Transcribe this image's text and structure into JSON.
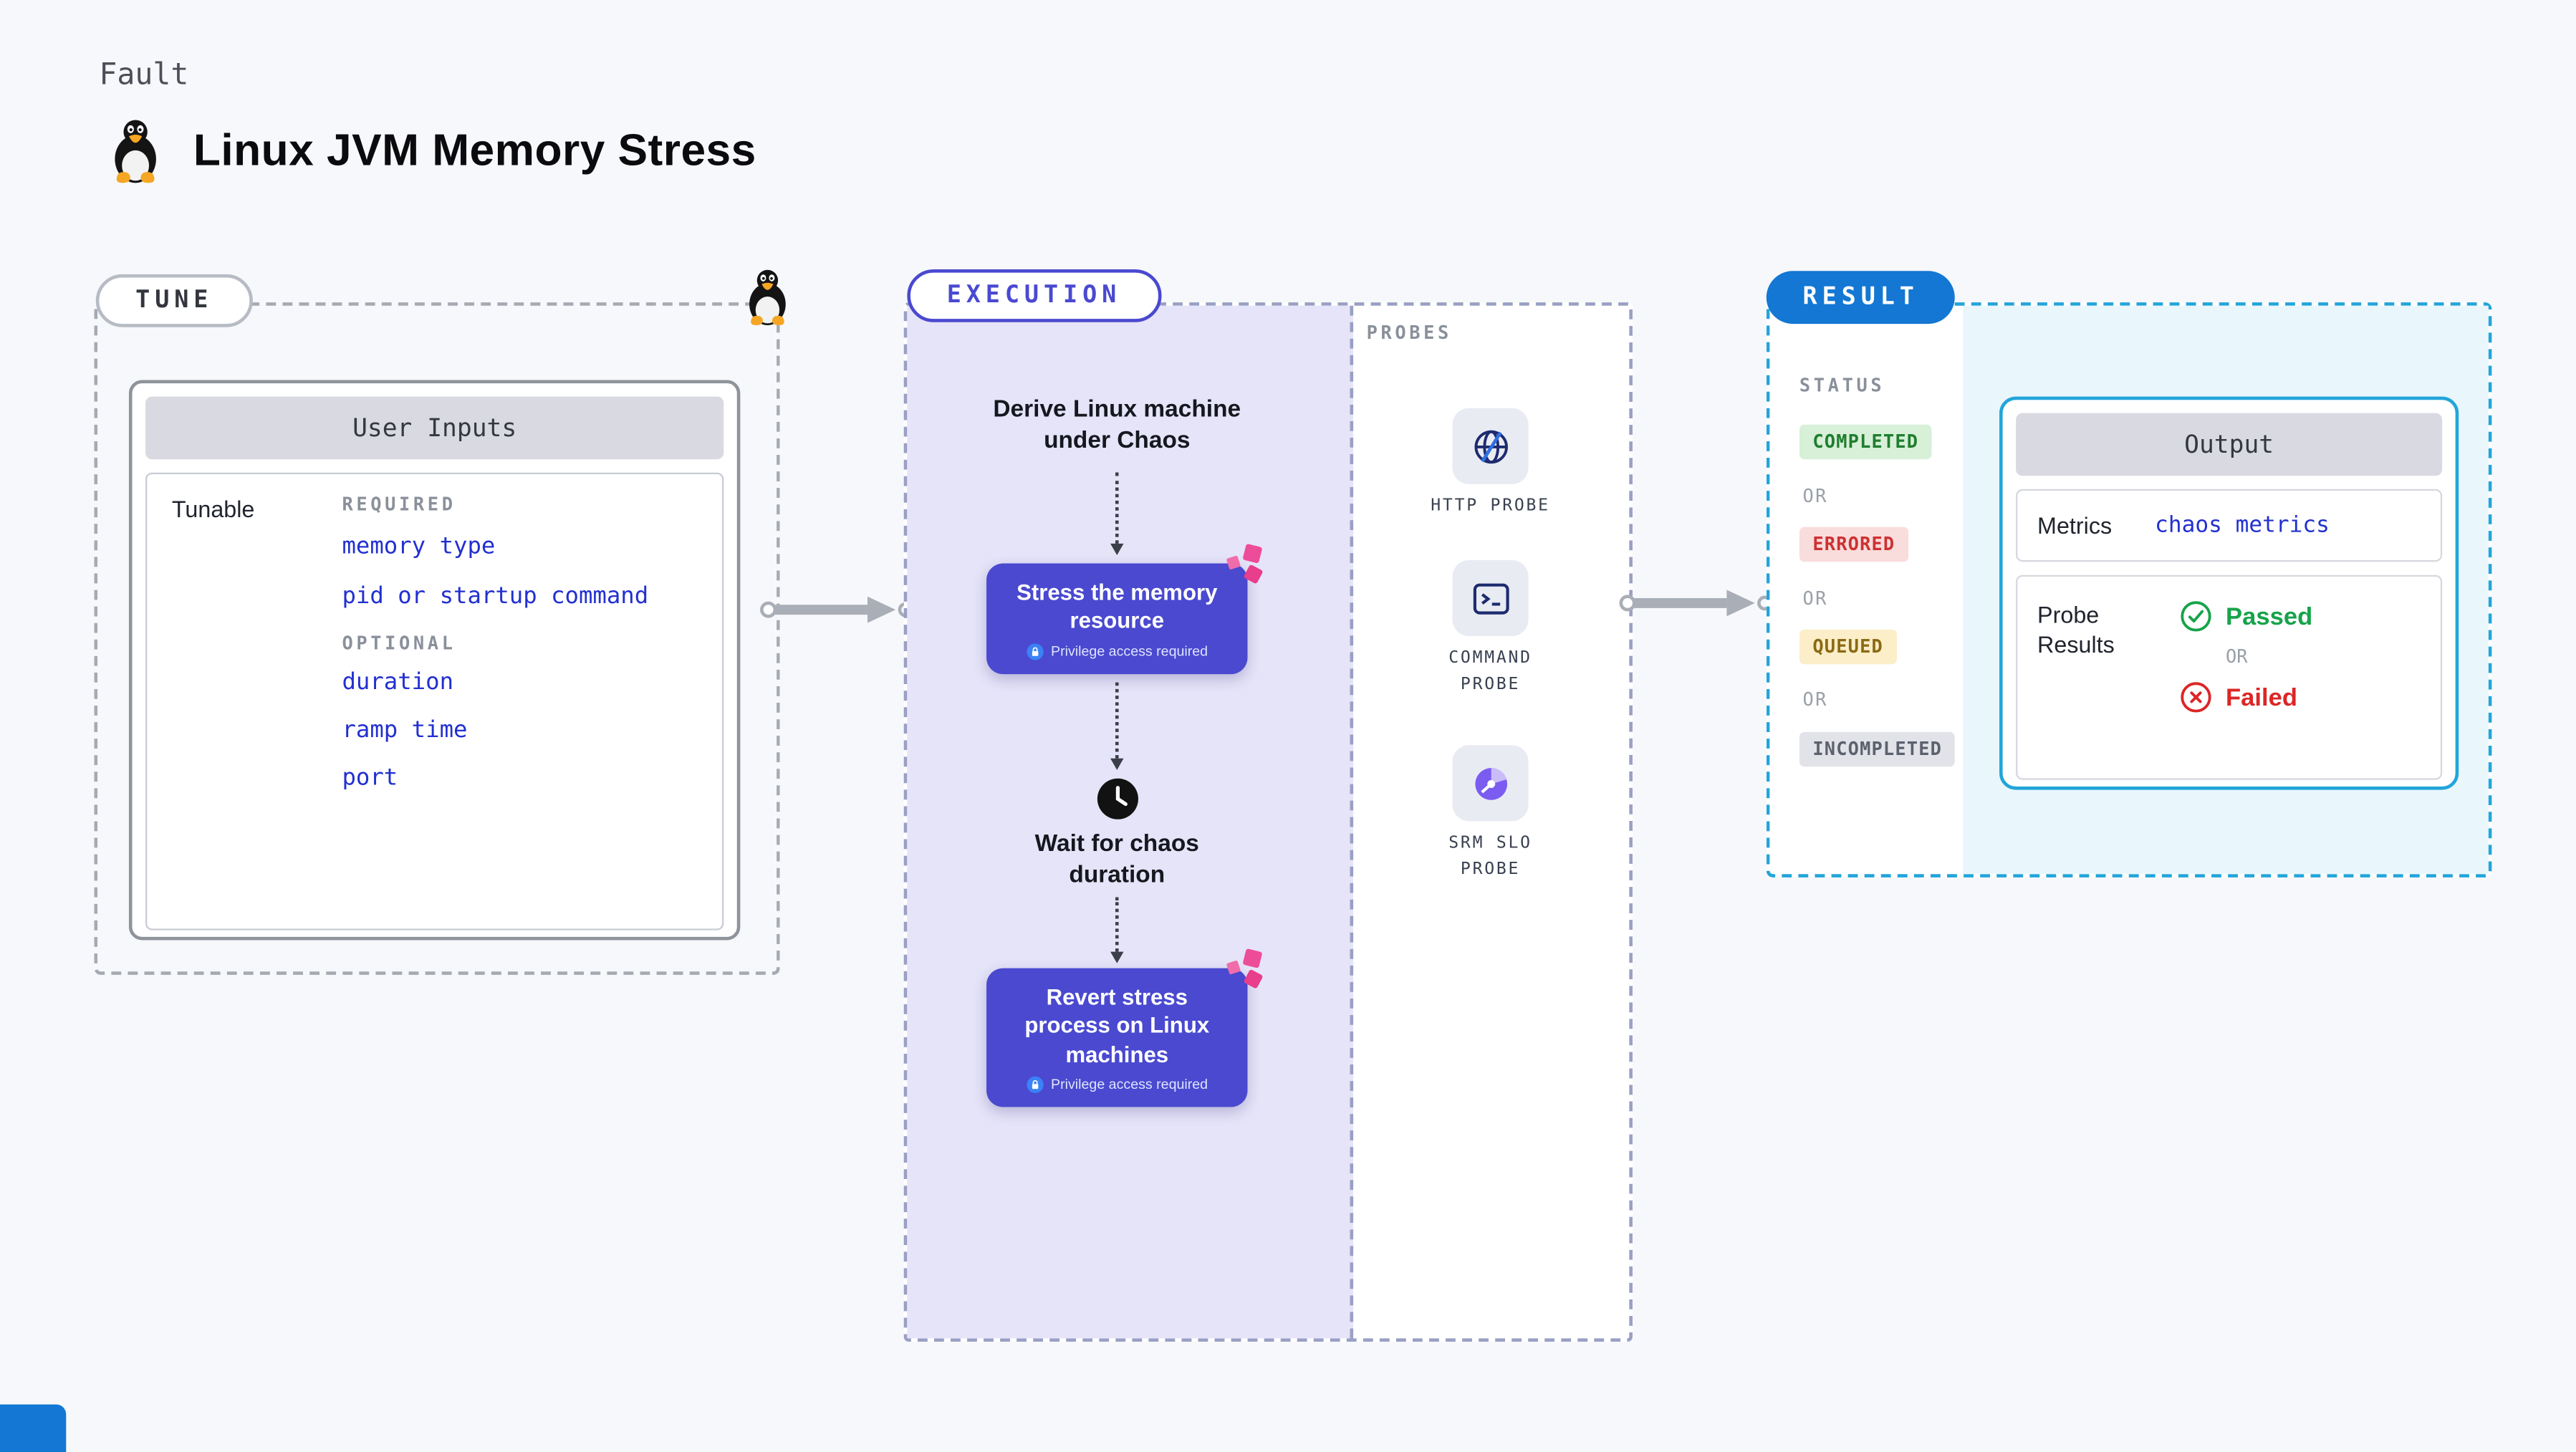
{
  "header": {
    "kicker": "Fault",
    "title": "Linux JVM Memory Stress"
  },
  "tune": {
    "label": "TUNE",
    "card": {
      "title": "User Inputs",
      "row_label": "Tunable",
      "required_label": "REQUIRED",
      "required_items": [
        "memory type",
        "pid or startup command"
      ],
      "optional_label": "OPTIONAL",
      "optional_items": [
        "duration",
        "ramp time",
        "port"
      ]
    }
  },
  "execution": {
    "label": "EXECUTION",
    "start_node": "Derive Linux machine under Chaos",
    "step1": {
      "label": "Stress the memory resource",
      "badge": "Privilege access required"
    },
    "wait_node": "Wait for chaos duration",
    "step2": {
      "label": "Revert stress process on Linux machines",
      "badge": "Privilege access required"
    }
  },
  "probes": {
    "label": "PROBES",
    "items": [
      {
        "name": "HTTP PROBE",
        "icon": "globe-icon"
      },
      {
        "name": "COMMAND PROBE",
        "icon": "terminal-icon"
      },
      {
        "name": "SRM SLO PROBE",
        "icon": "gauge-pie-icon"
      }
    ]
  },
  "result": {
    "label": "RESULT",
    "status_heading": "STATUS",
    "or_label": "OR",
    "statuses": [
      {
        "label": "COMPLETED",
        "type": "success"
      },
      {
        "label": "ERRORED",
        "type": "error"
      },
      {
        "label": "QUEUED",
        "type": "warning"
      },
      {
        "label": "INCOMPLETED",
        "type": "neutral"
      }
    ],
    "output": {
      "title": "Output",
      "metrics_label": "Metrics",
      "metrics_value": "chaos metrics",
      "probe_results_label": "Probe Results",
      "passed": "Passed",
      "failed": "Failed"
    }
  },
  "colors": {
    "accent-indigo": "#4a49d0",
    "accent-blue": "#1377d3",
    "accent-teal": "#22a5da",
    "accent-pink": "#ec4899",
    "success-green": "#16a34a",
    "error-red": "#dc2626",
    "lavender": "#e6e4f8",
    "link-blue": "#2230d0"
  }
}
